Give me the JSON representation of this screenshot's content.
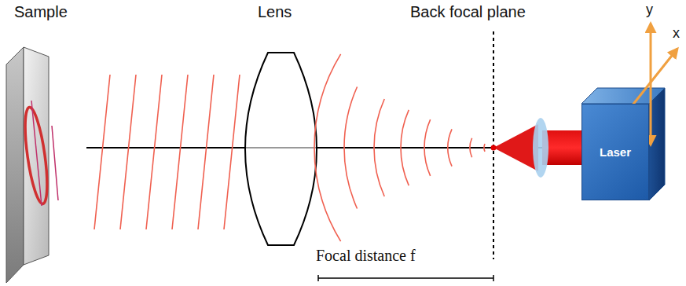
{
  "diagram": {
    "nodes": [
      {
        "text": [
          "Laser"
        ]
      }
    ],
    "labels": [
      "Sample",
      "Lens",
      "Back focal plane",
      "y",
      "x",
      "Focal distance f"
    ]
  }
}
